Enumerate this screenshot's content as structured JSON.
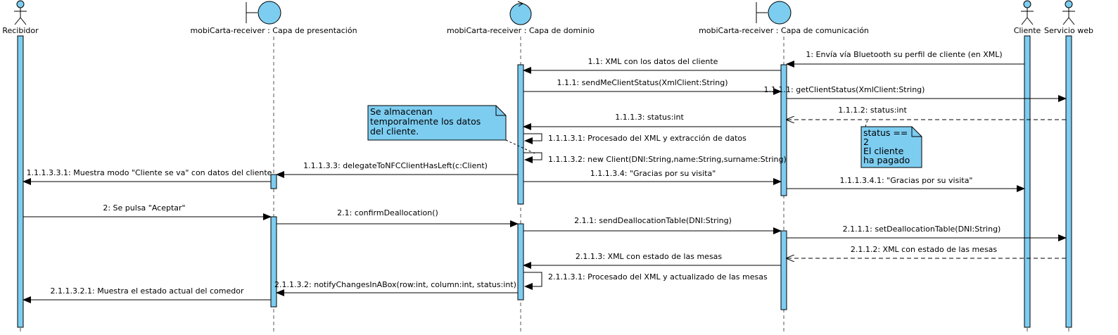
{
  "participants": [
    {
      "id": "recibidor",
      "name": "Recibidor",
      "kind": "actor",
      "icon": "actor-icon"
    },
    {
      "id": "presentacion",
      "name": "mobiCarta-receiver : Capa de presentación",
      "kind": "boundary",
      "icon": "boundary-icon"
    },
    {
      "id": "dominio",
      "name": "mobiCarta-receiver : Capa de dominio",
      "kind": "control",
      "icon": "control-icon"
    },
    {
      "id": "comunicacion",
      "name": "mobiCarta-receiver : Capa de comunicación",
      "kind": "boundary",
      "icon": "boundary-icon"
    },
    {
      "id": "cliente",
      "name": "Cliente",
      "kind": "actor",
      "icon": "actor-icon"
    },
    {
      "id": "servicio",
      "name": "Servicio web",
      "kind": "actor",
      "icon": "actor-icon"
    }
  ],
  "messages": [
    {
      "id": "m1",
      "label": "1: Envía vía Bluetooth su perfil de cliente (en XML)",
      "from": "cliente",
      "to": "comunicacion",
      "type": "sync"
    },
    {
      "id": "m1_1",
      "label": "1.1: XML con los datos del cliente",
      "from": "comunicacion",
      "to": "dominio",
      "type": "sync"
    },
    {
      "id": "m1_1_1",
      "label": "1.1.1: sendMeClientStatus(XmlClient:String)",
      "from": "dominio",
      "to": "comunicacion",
      "type": "sync"
    },
    {
      "id": "m1_1_1_1",
      "label": "1.1.1.1: getClientStatus(XmlClient:String)",
      "from": "comunicacion",
      "to": "servicio",
      "type": "sync"
    },
    {
      "id": "m1_1_1_2",
      "label": "1.1.1.2: status:int",
      "from": "servicio",
      "to": "comunicacion",
      "type": "reply"
    },
    {
      "id": "m1_1_1_3",
      "label": "1.1.1.3: status:int",
      "from": "comunicacion",
      "to": "dominio",
      "type": "sync"
    },
    {
      "id": "m1_1_1_3_1",
      "label": "1.1.1.3.1: Procesado del XML y extracción de datos",
      "from": "dominio",
      "to": "dominio",
      "type": "self"
    },
    {
      "id": "m1_1_1_3_2",
      "label": "1.1.1.3.2: new Client(DNI:String,name:String,surname:String)",
      "from": "dominio",
      "to": "dominio",
      "type": "self"
    },
    {
      "id": "m1_1_1_3_3",
      "label": "1.1.1.3.3: delegateToNFCClientHasLeft(c:Client)",
      "from": "dominio",
      "to": "presentacion",
      "type": "sync"
    },
    {
      "id": "m1_1_1_3_3_1",
      "label": "1.1.1.3.3.1: Muestra modo \"Cliente se va\" con datos del cliente",
      "from": "presentacion",
      "to": "recibidor",
      "type": "sync"
    },
    {
      "id": "m1_1_1_3_4",
      "label": "1.1.1.3.4: \"Gracias por su visita\"",
      "from": "dominio",
      "to": "comunicacion",
      "type": "sync"
    },
    {
      "id": "m1_1_1_3_4_1",
      "label": "1.1.1.3.4.1: \"Gracias por su visita\"",
      "from": "comunicacion",
      "to": "cliente",
      "type": "sync"
    },
    {
      "id": "m2",
      "label": "2: Se pulsa \"Aceptar\"",
      "from": "recibidor",
      "to": "presentacion",
      "type": "sync"
    },
    {
      "id": "m2_1",
      "label": "2.1: confirmDeallocation()",
      "from": "presentacion",
      "to": "dominio",
      "type": "sync"
    },
    {
      "id": "m2_1_1",
      "label": "2.1.1: sendDeallocationTable(DNI:String)",
      "from": "dominio",
      "to": "comunicacion",
      "type": "sync"
    },
    {
      "id": "m2_1_1_1",
      "label": "2.1.1.1: setDeallocationTable(DNI:String)",
      "from": "comunicacion",
      "to": "servicio",
      "type": "sync"
    },
    {
      "id": "m2_1_1_2",
      "label": "2.1.1.2: XML con estado de las mesas",
      "from": "servicio",
      "to": "comunicacion",
      "type": "reply"
    },
    {
      "id": "m2_1_1_3",
      "label": "2.1.1.3: XML con estado de las mesas",
      "from": "comunicacion",
      "to": "dominio",
      "type": "sync"
    },
    {
      "id": "m2_1_1_3_1",
      "label": "2.1.1.3.1: Procesado del XML y actualizado de las mesas",
      "from": "dominio",
      "to": "dominio",
      "type": "self"
    },
    {
      "id": "m2_1_1_3_2",
      "label": "2.1.1.3.2: notifyChangesInABox(row:int, column:int, status:int)",
      "from": "dominio",
      "to": "presentacion",
      "type": "sync"
    },
    {
      "id": "m2_1_1_3_2_1",
      "label": "2.1.1.3.2.1: Muestra el estado actual del comedor",
      "from": "presentacion",
      "to": "recibidor",
      "type": "sync"
    }
  ],
  "notes": [
    {
      "id": "note_temp",
      "lines": [
        "Se almacenan",
        "temporalmente los datos",
        "del cliente."
      ]
    },
    {
      "id": "note_status",
      "lines": [
        "status ==",
        "2",
        "El cliente",
        "ha pagado"
      ]
    }
  ],
  "colors": {
    "fill": "#7dcdf1",
    "line": "#000000",
    "lifeline": "#555555"
  }
}
